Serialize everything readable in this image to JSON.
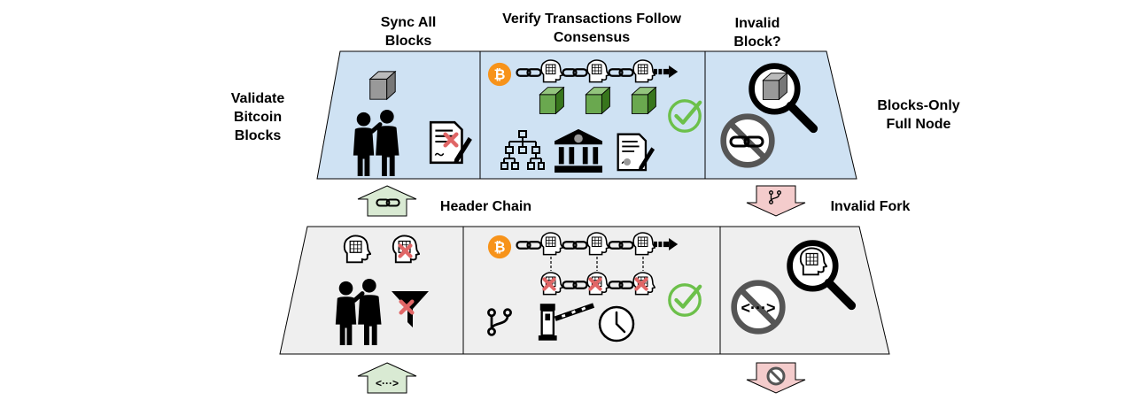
{
  "labels": {
    "validate_bitcoin_blocks": "Validate\nBitcoin\nBlocks",
    "sync_all_blocks": "Sync All\nBlocks",
    "verify_transactions": "Verify Transactions Follow\nConsensus",
    "invalid_block": "Invalid\nBlock?",
    "blocks_only_full_node": "Blocks-Only\nFull Node",
    "header_chain": "Header Chain",
    "invalid_fork": "Invalid Fork"
  },
  "colors": {
    "top_panel_fill": "#cfe2f3",
    "bottom_panel_fill": "#efefef",
    "up_arrow_fill": "#d9ead3",
    "down_arrow_fill": "#f4cccc",
    "block_green": "#6aa84f",
    "bitcoin_orange": "#f7931a",
    "check_green": "#6cc04a",
    "error_red": "#e06666",
    "icon_gray": "#999999"
  },
  "icons": {
    "bitcoin": "bitcoin-icon",
    "chain_link": "chain-link-icon",
    "head_brain": "head-brain-icon",
    "block": "cube-icon",
    "check": "check-circle-icon",
    "people": "people-conversation-icon",
    "document": "document-sign-icon",
    "tree": "merkle-tree-icon",
    "bank": "bank-icon",
    "magnifier": "magnifying-glass-icon",
    "ban": "ban-icon",
    "branch": "git-branch-icon",
    "toll_gate": "toll-gate-icon",
    "clock": "clock-icon",
    "filter": "filter-icon",
    "ellipsis_arrows": "code-ellipsis-icon"
  }
}
